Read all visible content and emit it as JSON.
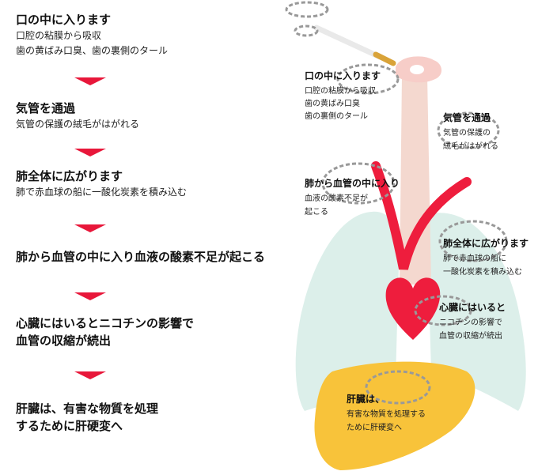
{
  "steps": [
    {
      "title": "口の中に入ります",
      "desc": [
        "口腔の粘膜から吸収",
        "歯の黄ばみ口臭、歯の裏側のタール"
      ]
    },
    {
      "title": "気管を通過",
      "desc": [
        "気管の保護の絨毛がはがれる"
      ]
    },
    {
      "title": "肺全体に広がります",
      "desc": [
        "肺で赤血球の船に一酸化炭素を積み込む"
      ]
    },
    {
      "title": "肺から血管の中に入り血液の酸素不足が起こる",
      "desc": []
    },
    {
      "title": [
        "心臓にはいるとニコチンの影響で",
        "血管の収縮が続出"
      ],
      "desc": []
    },
    {
      "title": [
        "肝臓は、有害な物質を処理",
        "するために肝硬変へ"
      ],
      "desc": []
    }
  ],
  "diagram_labels": {
    "mouth": {
      "title": "口の中に入ります",
      "desc": [
        "口腔の粘膜から吸収",
        "歯の黄ばみ口臭",
        "歯の裏側のタール"
      ]
    },
    "trachea": {
      "title": "気管を通過",
      "desc": [
        "気管の保護の",
        "絨毛がはがれる"
      ]
    },
    "blood": {
      "title": "肺から血管の中に入り",
      "desc": [
        "血液の酸素不足が",
        "起こる"
      ]
    },
    "lungs": {
      "title": "肺全体に広がります",
      "desc": [
        "肺で赤血球の船に",
        "一酸化炭素を積み込む"
      ]
    },
    "heart": {
      "title": "心臓にはいると",
      "desc": [
        "ニコチンの影響で",
        "血管の収縮が続出"
      ]
    },
    "liver": {
      "title": "肝臓は、",
      "desc": [
        "有害な物質を処理する",
        "ために肝硬変へ"
      ]
    }
  },
  "colors": {
    "arrow": "#e8173a",
    "vessel": "#ee1d3d",
    "lungs": "#dcefea",
    "trachea": "#f4d8cf",
    "liver": "#f8c33a",
    "smoke": "#999999"
  }
}
